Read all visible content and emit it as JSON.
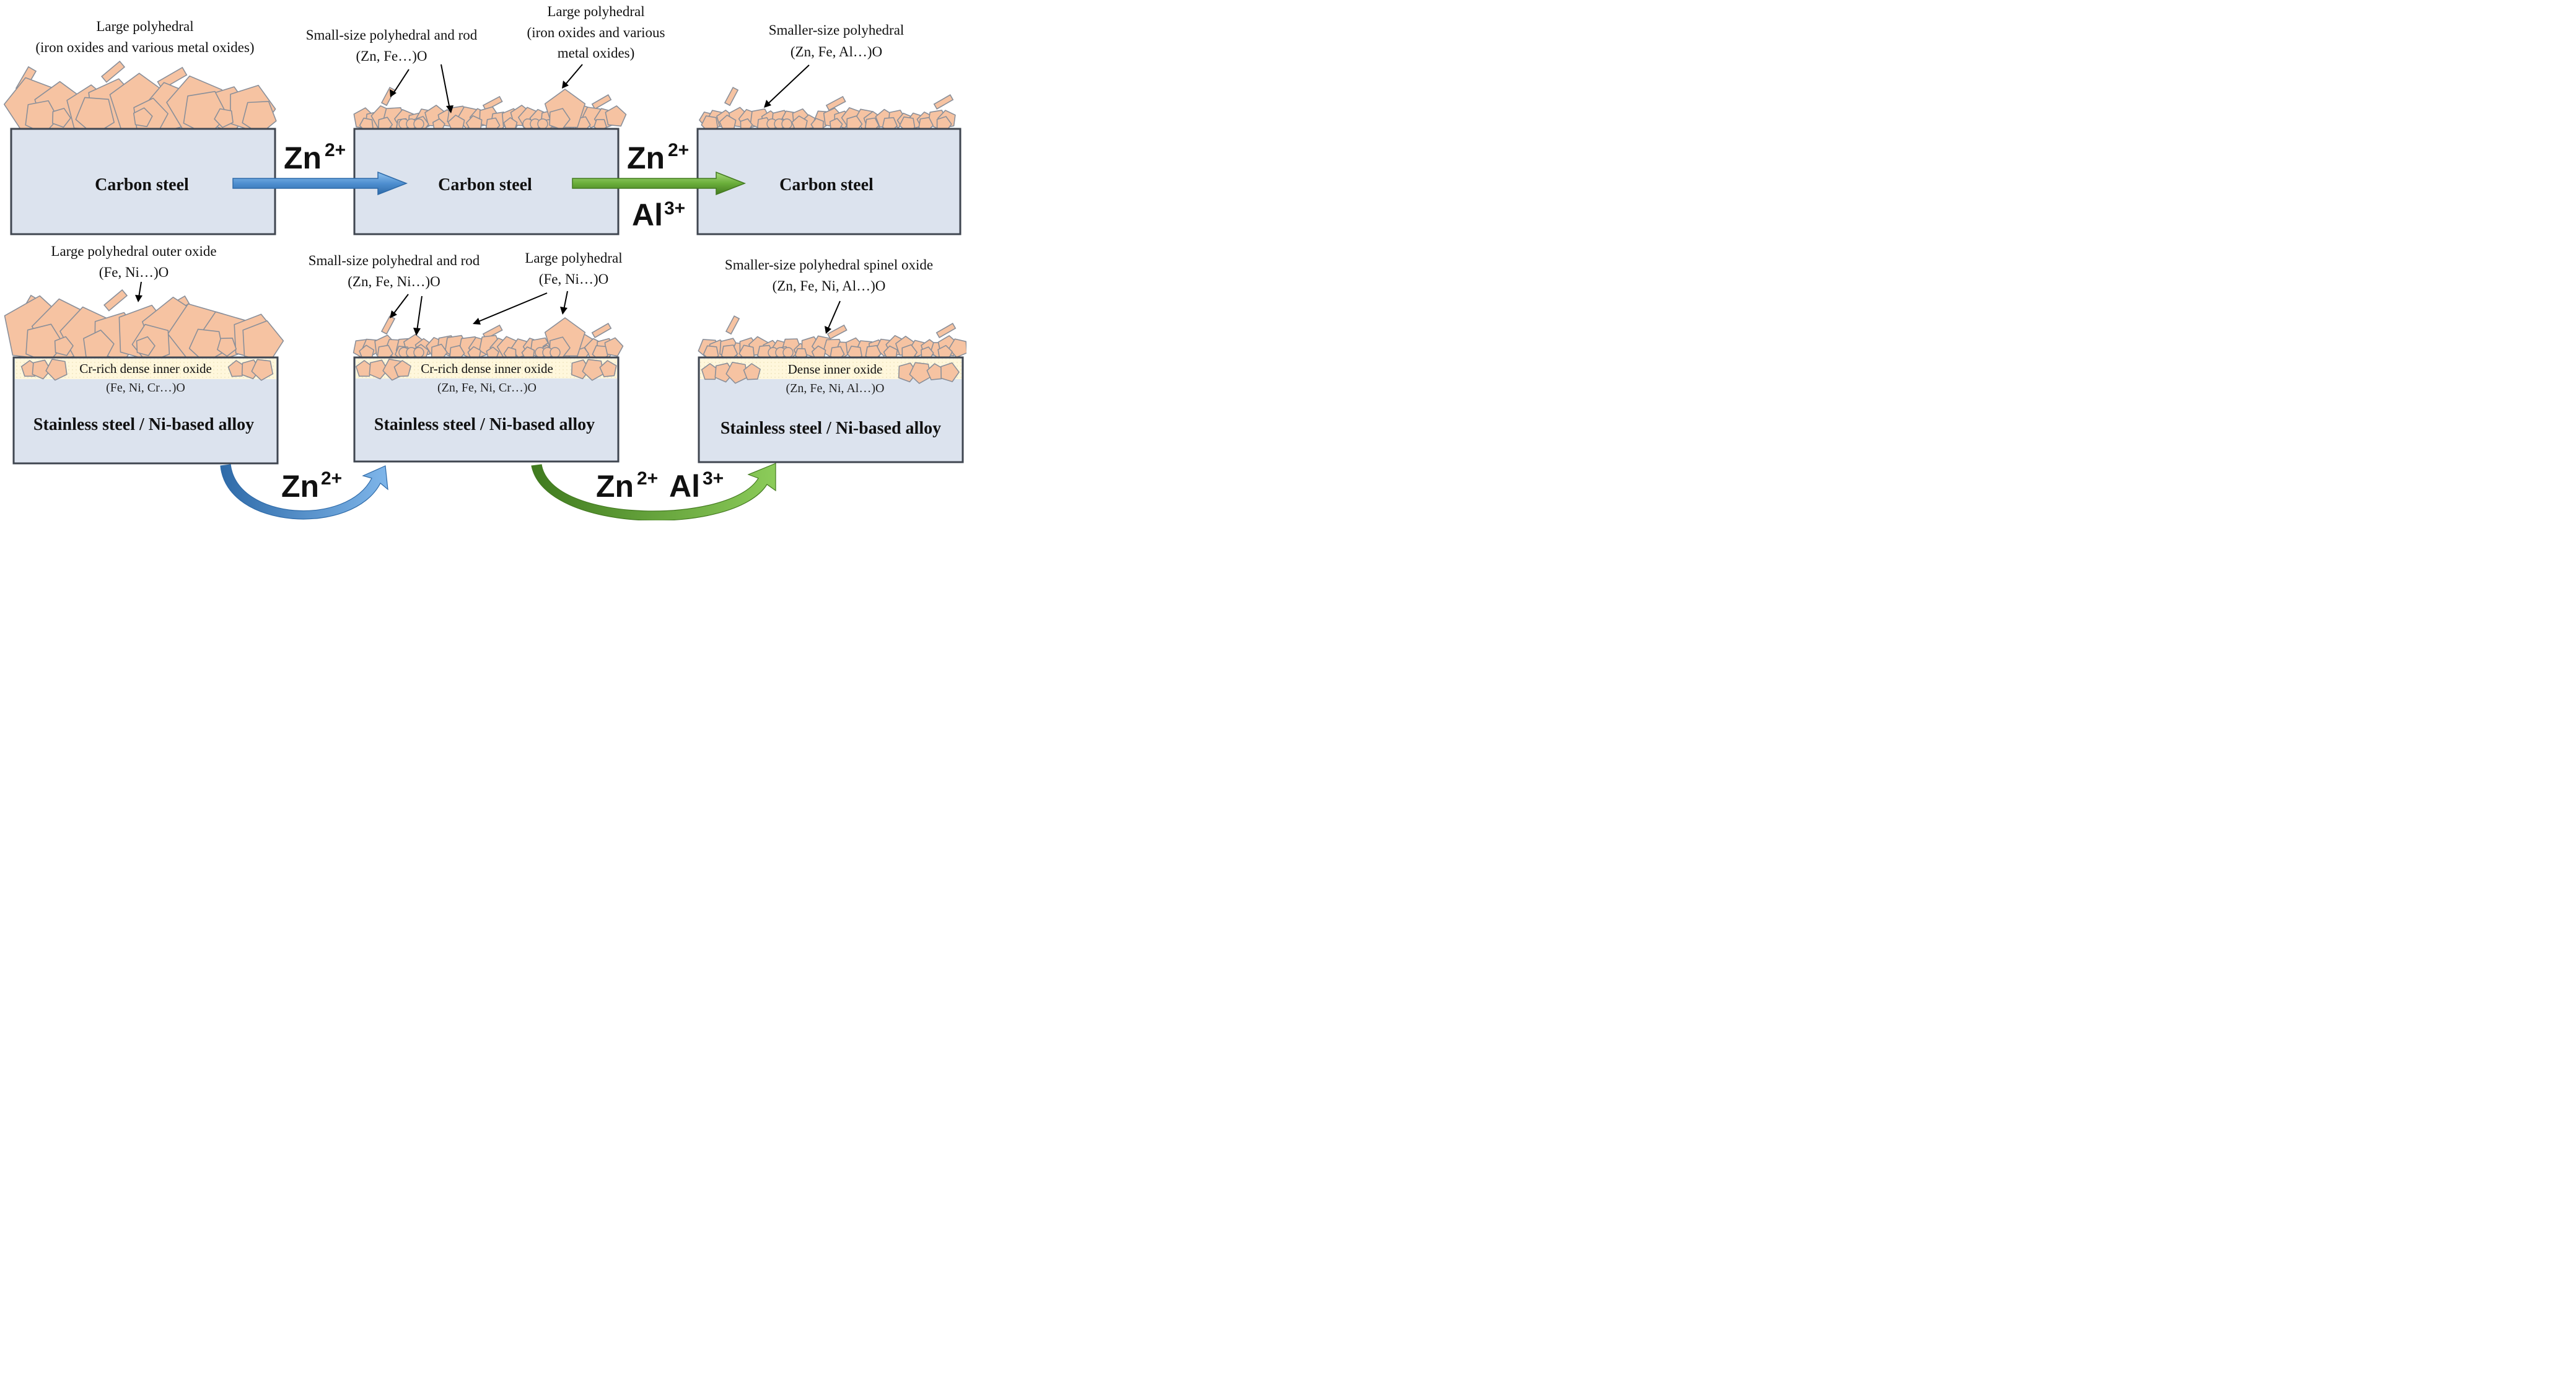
{
  "ions": {
    "zn": "Zn",
    "zn_charge": "2+",
    "al": "Al",
    "al_charge": "3+"
  },
  "carbon_steel_row": {
    "steel_label": "Carbon steel",
    "panel1": {
      "caption_line1": "Large polyhedral",
      "caption_line2": "(iron oxides and various metal oxides)"
    },
    "panel2": {
      "caption_a_line1": "Small-size polyhedral and rod",
      "caption_a_line2": "(Zn, Fe…)O",
      "caption_b_line1": "Large polyhedral",
      "caption_b_line2": "(iron oxides and various",
      "caption_b_line3": "metal oxides)"
    },
    "panel3": {
      "caption_line1": "Smaller-size polyhedral",
      "caption_line2": "(Zn, Fe, Al…)O"
    }
  },
  "stainless_row": {
    "steel_label": "Stainless steel / Ni-based alloy",
    "panel1": {
      "caption_line1": "Large polyhedral outer oxide",
      "caption_line2": "(Fe, Ni…)O",
      "inner_layer": "Cr-rich dense inner oxide",
      "inner_comp": "(Fe, Ni, Cr…)O"
    },
    "panel2": {
      "caption_a_line1": "Small-size polyhedral and rod",
      "caption_a_line2": "(Zn, Fe, Ni…)O",
      "caption_b_line1": "Large polyhedral",
      "caption_b_line2": "(Fe, Ni…)O",
      "inner_layer": "Cr-rich dense inner oxide",
      "inner_comp": "(Zn, Fe, Ni, Cr…)O"
    },
    "panel3": {
      "caption_line1": "Smaller-size polyhedral spinel oxide",
      "caption_line2": "(Zn, Fe, Ni, Al…)O",
      "inner_layer": "Dense inner oxide",
      "inner_comp": "(Zn, Fe, Ni, Al…)O"
    }
  },
  "colors": {
    "oxide_fill": "#F6C3A2",
    "oxide_edge": "#8a8f99",
    "steel_fill": "#DCE3EE",
    "inner_oxide_fill": "#FFF7DC",
    "zn_arrow": "#4f8fd0",
    "zn_al_arrow": "#6aae3a"
  }
}
